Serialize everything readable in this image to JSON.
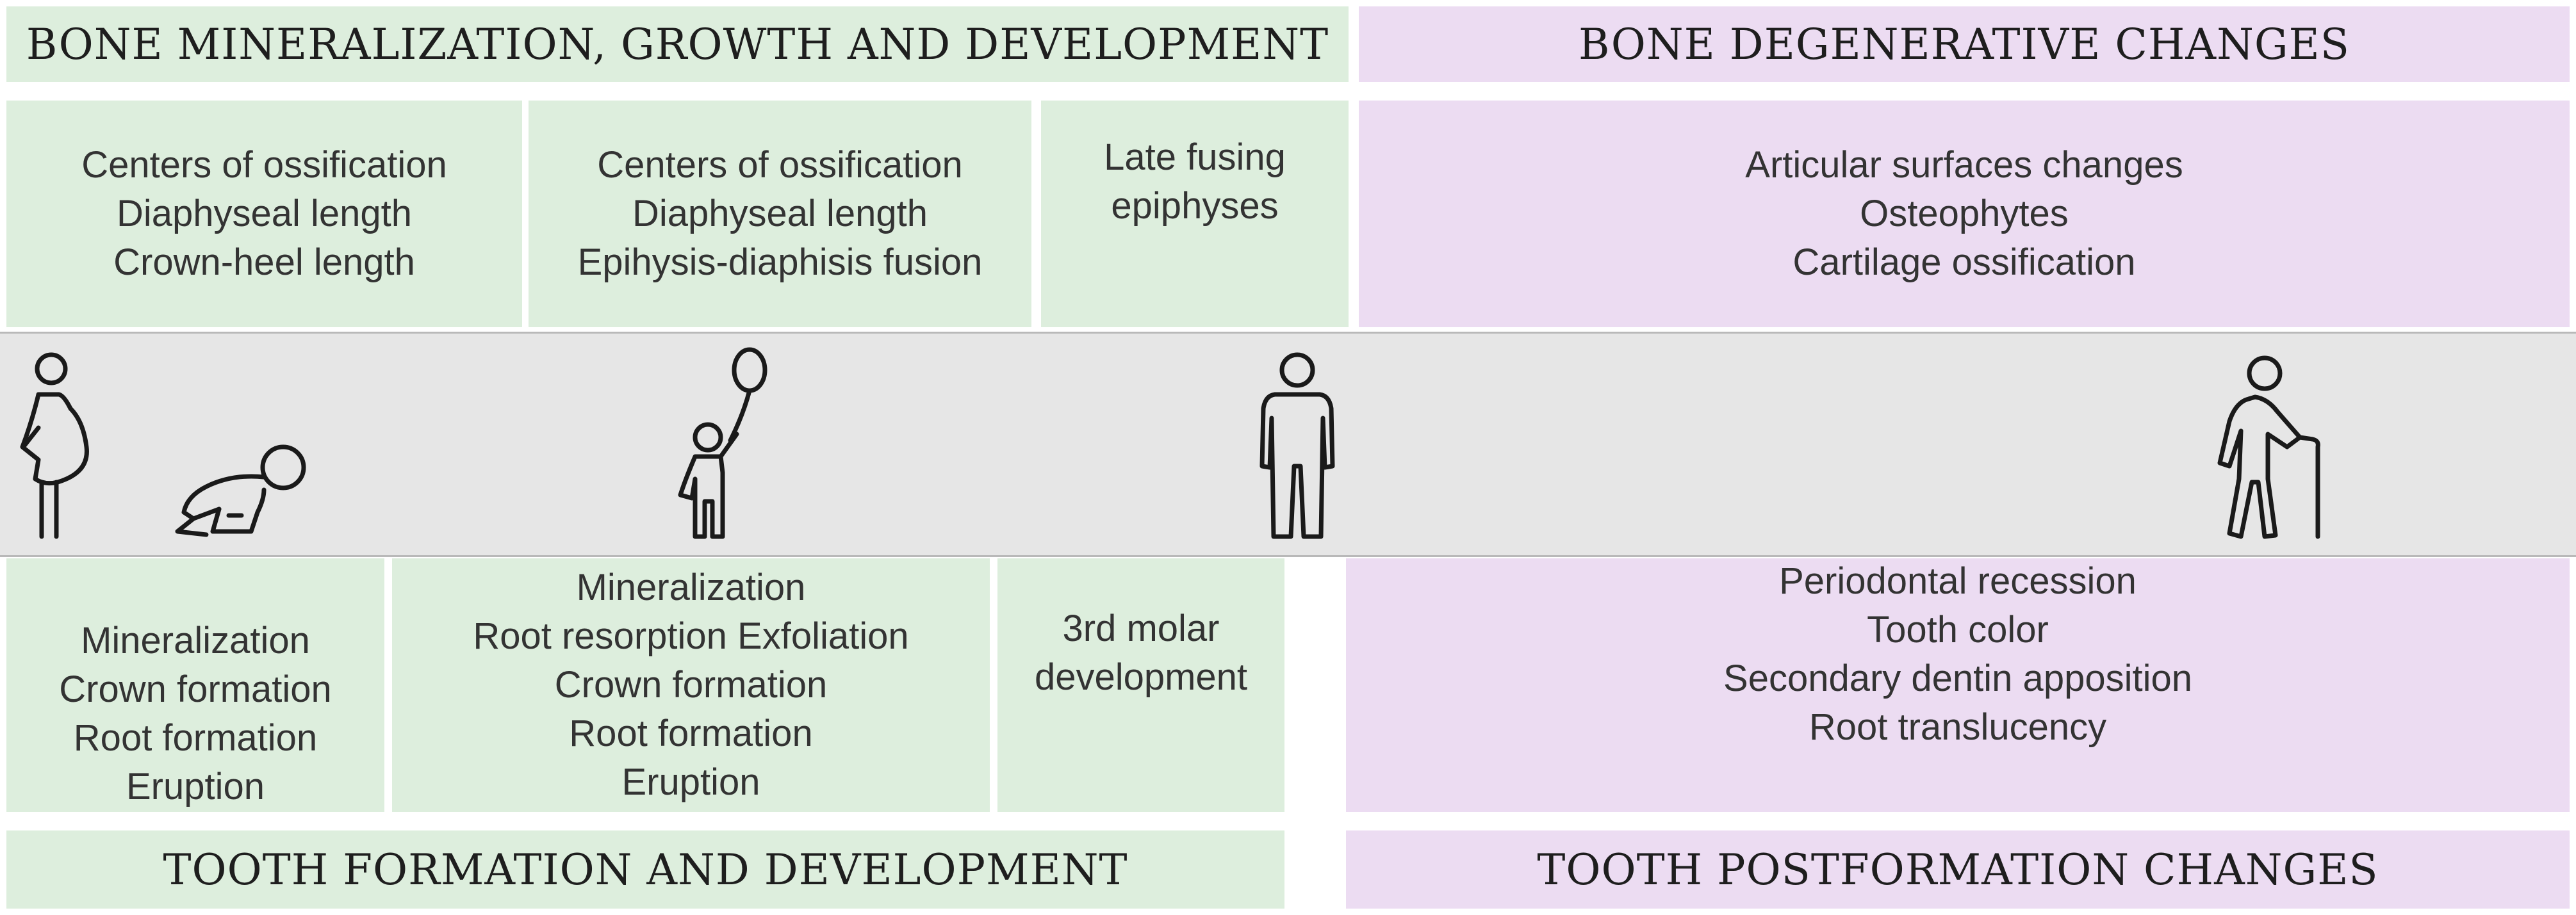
{
  "headers": {
    "bone_growth": "BONE MINERALIZATION, GROWTH AND DEVELOPMENT",
    "bone_degenerative": "BONE DEGENERATIVE CHANGES",
    "tooth_formation": "TOOTH FORMATION AND DEVELOPMENT",
    "tooth_postformation": "TOOTH POSTFORMATION CHANGES"
  },
  "bone_cells": [
    {
      "lines": [
        "Centers of ossification",
        "Diaphyseal length",
        "Crown-heel length"
      ]
    },
    {
      "lines": [
        "Centers of ossification",
        "Diaphyseal length",
        "Epihysis-diaphisis fusion"
      ]
    },
    {
      "lines": [
        "Late fusing",
        "epiphyses"
      ]
    },
    {
      "lines": [
        "Articular surfaces changes",
        "Osteophytes",
        "Cartilage ossification"
      ]
    }
  ],
  "tooth_cells": [
    {
      "lines": [
        "Mineralization",
        "Crown formation",
        "Root formation",
        "Eruption"
      ]
    },
    {
      "lines": [
        "Mineralization",
        "Root resorption Exfoliation",
        "Crown formation",
        "Root formation",
        "Eruption"
      ]
    },
    {
      "lines": [
        "3rd molar",
        "development"
      ]
    },
    {
      "lines": [
        "Periodontal recession",
        "Tooth color",
        "Secondary dentin apposition",
        "Root translucency"
      ]
    }
  ],
  "icons": [
    "pregnant-woman-icon",
    "crawling-baby-icon",
    "child-with-balloon-icon",
    "adult-man-icon",
    "elderly-person-with-cane-icon"
  ],
  "colors": {
    "green": "#ddeedd",
    "purple": "#ecdcf2",
    "band": "#e6e6e6"
  }
}
